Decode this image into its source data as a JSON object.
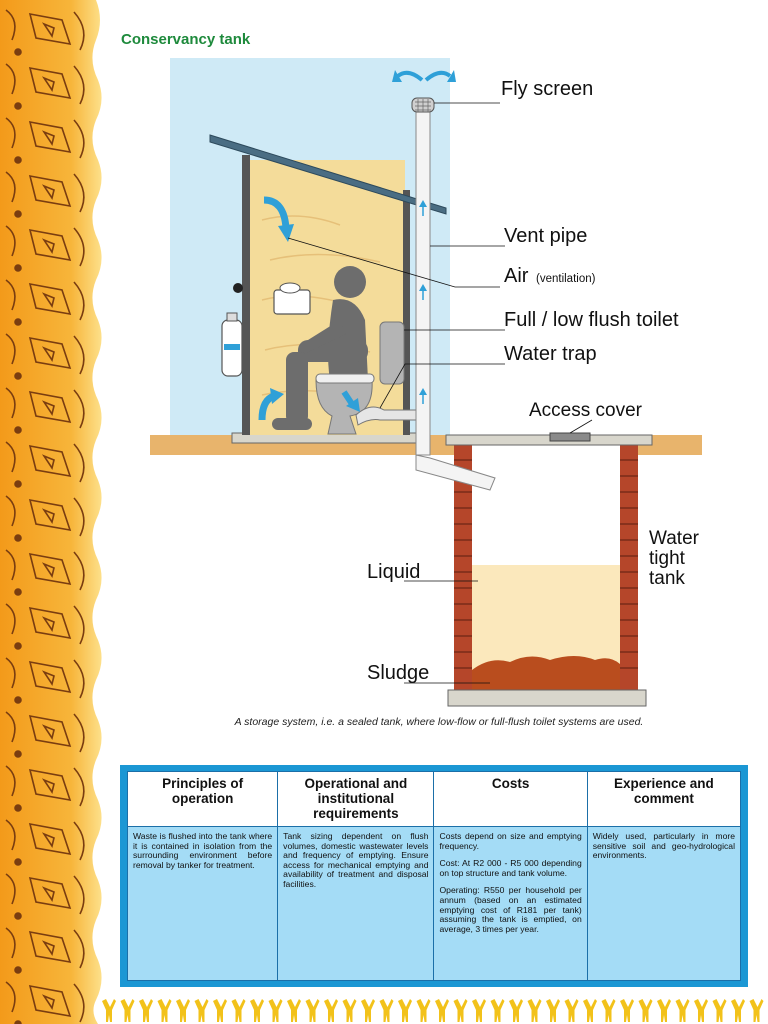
{
  "title": "Conservancy tank",
  "labels": {
    "fly_screen": "Fly screen",
    "vent_pipe": "Vent pipe",
    "air": "Air",
    "air_note": "(ventilation)",
    "toilet": "Full / low flush toilet",
    "water_trap": "Water trap",
    "access_cover": "Access cover",
    "water_tight_1": "Water",
    "water_tight_2": "tight",
    "water_tight_3": "tank",
    "liquid": "Liquid",
    "sludge": "Sludge"
  },
  "caption": "A storage system, i.e. a sealed tank, where low-flow or full-flush toilet systems are used.",
  "table": {
    "headers": {
      "principles": "Principles of operation",
      "operational": "Operational and institutional requirements",
      "costs": "Costs",
      "experience": "Experience and comment"
    },
    "principles": "Waste is flushed into the tank where it is contained in isolation from the surrounding environment before removal by tanker for treatment.",
    "operational": "Tank sizing dependent on flush volumes, domestic wastewater levels and frequency of emptying. Ensure access for mechanical emptying and availability of treatment and disposal facilities.",
    "costs_1": "Costs depend on size and emptying frequency.",
    "costs_2": "Cost: At R2 000 - R5 000 depending on top structure and tank volume.",
    "costs_3": "Operating: R550 per household per annum (based on an estimated emptying cost of R181 per tank) assuming the tank is emptied, on average, 3 times per year.",
    "experience": "Widely used, particularly in more sensitive soil and geo-hydrological environments."
  },
  "colors": {
    "title_green": "#1e8a3c",
    "sky": "#cfeaf6",
    "wall": "#f4dc9a",
    "brick": "#b5462a",
    "table_frame": "#1b97d4",
    "table_body": "#a4dcf6"
  }
}
